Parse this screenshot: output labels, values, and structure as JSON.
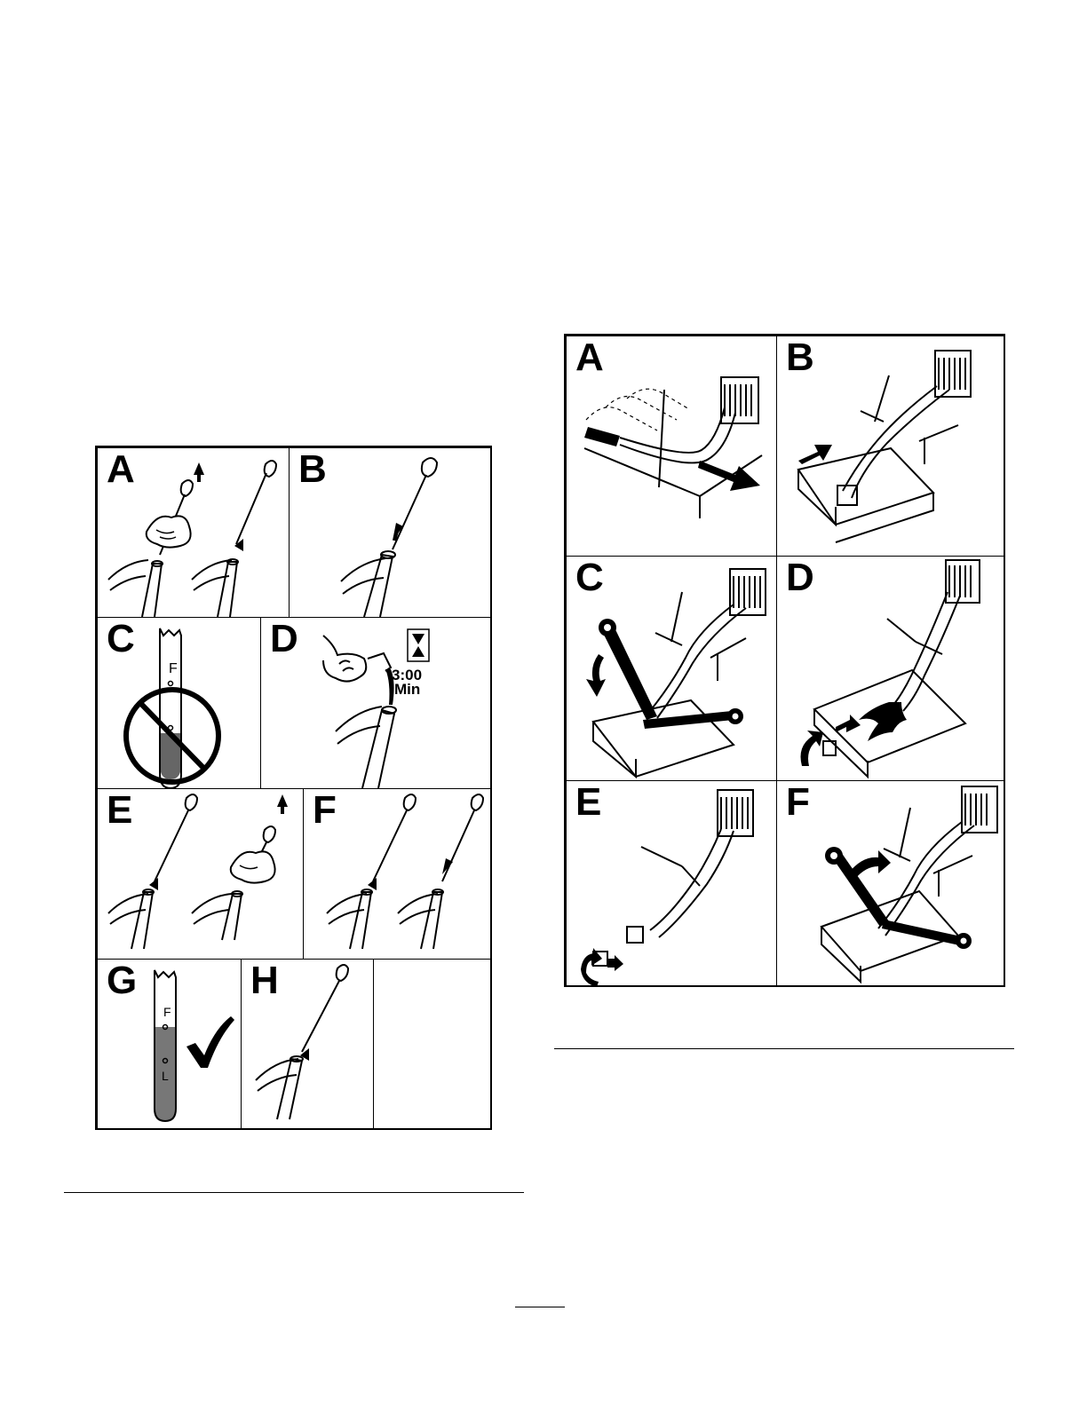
{
  "left_figure": {
    "panels": [
      {
        "letter": "A",
        "icon": "dipstick-wipe-icon"
      },
      {
        "letter": "B",
        "icon": "dipstick-remove-icon"
      },
      {
        "letter": "C",
        "icon": "no-hot-check-icon"
      },
      {
        "letter": "D",
        "icon": "add-oil-wait-icon"
      },
      {
        "letter": "E",
        "icon": "dipstick-insert-wipe-icon"
      },
      {
        "letter": "F",
        "icon": "dipstick-insert-remove-icon"
      },
      {
        "letter": "G",
        "icon": "oil-level-ok-icon"
      },
      {
        "letter": "H",
        "icon": "dipstick-reinsert-icon"
      }
    ],
    "timer": {
      "time": "3:00",
      "unit": "Min"
    },
    "dipstick_marks": {
      "full": "F",
      "low": "L"
    }
  },
  "right_figure": {
    "panels": [
      {
        "letter": "A",
        "icon": "drain-hose-pull-icon"
      },
      {
        "letter": "B",
        "icon": "drain-pan-place-icon"
      },
      {
        "letter": "C",
        "icon": "wrench-loosen-icon"
      },
      {
        "letter": "D",
        "icon": "oil-drain-icon"
      },
      {
        "letter": "E",
        "icon": "cap-install-icon"
      },
      {
        "letter": "F",
        "icon": "wrench-tighten-icon"
      }
    ]
  }
}
